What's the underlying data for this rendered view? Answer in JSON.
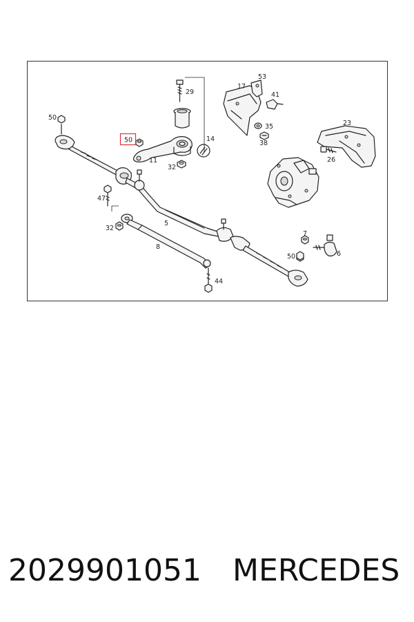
{
  "callouts": {
    "c29": "29",
    "c53": "53",
    "c17": "17",
    "c41": "41",
    "c50a": "50",
    "c50b": "50",
    "c14": "14",
    "c35": "35",
    "c38": "38",
    "c23": "23",
    "c11": "11",
    "c32a": "32",
    "c26": "26",
    "c47": "47",
    "c5": "5",
    "c32b": "32",
    "c8": "8",
    "c7": "7",
    "c50c": "50",
    "c6": "6",
    "c44": "44"
  },
  "highlighted_callout": "50",
  "caption": {
    "part_number": "2029901051",
    "brand": "MERCEDES"
  },
  "colors": {
    "highlight": "#e0303a",
    "line": "#222222"
  }
}
